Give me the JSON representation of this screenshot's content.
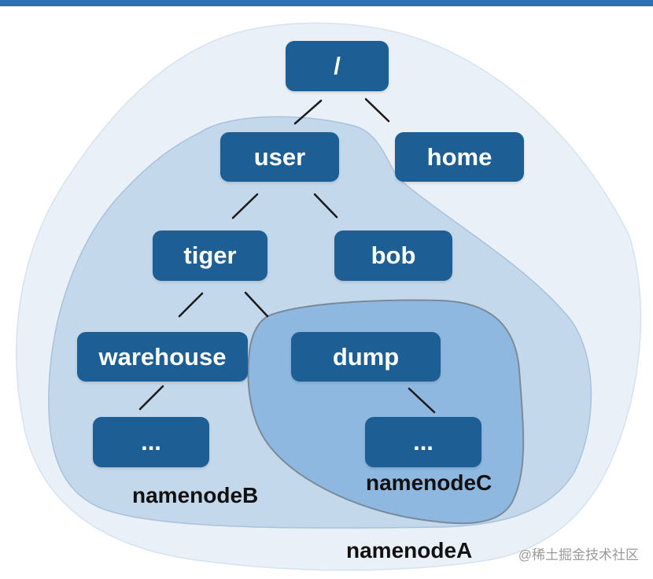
{
  "colors": {
    "node": "#1d5f95",
    "region_a": "#e9f0f8",
    "region_b": "#c4d8ec",
    "region_c": "#8eb8e0",
    "accent": "#2f6fae"
  },
  "nodes": {
    "root": "/",
    "user": "user",
    "home": "home",
    "tiger": "tiger",
    "bob": "bob",
    "warehouse": "warehouse",
    "dump": "dump",
    "warehouse_child": "...",
    "dump_child": "..."
  },
  "namespaces": {
    "a": "namenodeA",
    "b": "namenodeB",
    "c": "namenodeC"
  },
  "watermark": "@稀土掘金技术社区"
}
